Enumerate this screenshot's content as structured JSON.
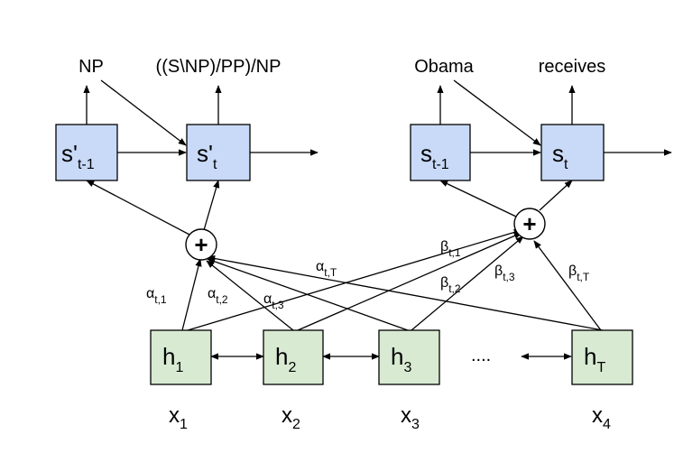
{
  "outputs": {
    "left": [
      "NP",
      "((S\\NP)/PP)/NP"
    ],
    "right": [
      "Obama",
      "receives"
    ]
  },
  "decoder": {
    "left": {
      "prev": {
        "base": "s'",
        "sub": "t-1"
      },
      "cur": {
        "base": "s'",
        "sub": "t"
      }
    },
    "right": {
      "prev": {
        "base": "s",
        "sub": "t-1"
      },
      "cur": {
        "base": "s",
        "sub": "t"
      }
    }
  },
  "plus_symbol": "+",
  "weights": {
    "alpha": [
      {
        "base": "α",
        "sub": "t,1"
      },
      {
        "base": "α",
        "sub": "t,2"
      },
      {
        "base": "α",
        "sub": "t,3"
      },
      {
        "base": "α",
        "sub": "t,T"
      }
    ],
    "beta": [
      {
        "base": "β",
        "sub": "t,1"
      },
      {
        "base": "β",
        "sub": "t,2"
      },
      {
        "base": "β",
        "sub": "t,3"
      },
      {
        "base": "β",
        "sub": "t,T"
      }
    ]
  },
  "encoder": [
    {
      "base": "h",
      "sub": "1"
    },
    {
      "base": "h",
      "sub": "2"
    },
    {
      "base": "h",
      "sub": "3"
    },
    {
      "base": "h",
      "sub": "T"
    }
  ],
  "ellipsis": "....",
  "inputs": [
    {
      "base": "x",
      "sub": "1"
    },
    {
      "base": "x",
      "sub": "2"
    },
    {
      "base": "x",
      "sub": "3"
    },
    {
      "base": "x",
      "sub": "4"
    }
  ]
}
